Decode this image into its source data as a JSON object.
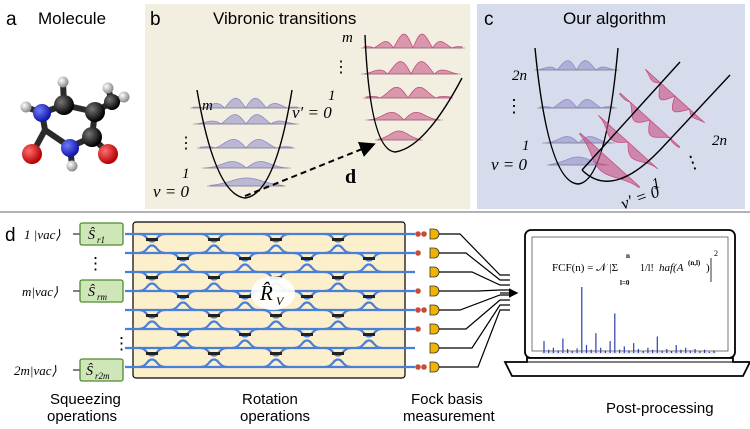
{
  "panels": {
    "a": {
      "letter": "a",
      "title": "Molecule"
    },
    "b": {
      "letter": "b",
      "title": "Vibronic transitions",
      "ground_top_label": "m",
      "ground_dots": "⋮",
      "ground_one": "1",
      "ground_zero": "ν = 0",
      "excited_top_label": "m",
      "excited_dots": "⋮",
      "excited_one": "1",
      "excited_zero": "ν′ = 0",
      "displacement": "d"
    },
    "c": {
      "letter": "c",
      "title": "Our algorithm",
      "ground_top_label": "2n",
      "ground_dots": "⋮",
      "ground_one": "1",
      "ground_zero": "ν = 0",
      "excited_top_label": "2n",
      "excited_dots": "⋮",
      "excited_one": "1",
      "excited_zero": "ν′ = 0"
    },
    "d": {
      "letter": "d",
      "inputs": [
        {
          "label": "1 |vac⟩",
          "op": "Ŝ",
          "sub": "r1"
        },
        {
          "label": "m|vac⟩",
          "op": "Ŝ",
          "sub": "rm"
        },
        {
          "label": "2m|vac⟩",
          "op": "Ŝ",
          "sub": "r2m"
        }
      ],
      "input_dots": "⋮",
      "rotation_label": "R̂",
      "rotation_sub": "V",
      "fcf_formula": "FCF(n) = 𝒩 |Σ",
      "fcf_sum_top": "n",
      "fcf_sum_bottom": "l=0",
      "fcf_frac": "1/l!",
      "fcf_haf": "haf(A",
      "fcf_haf_sup": "(n,l)",
      "fcf_exp": "2",
      "captions": {
        "squeezing": [
          "Squeezing",
          "operations"
        ],
        "rotation": [
          "Rotation",
          "operations"
        ],
        "fock": [
          "Fock basis",
          "measurement"
        ],
        "post": "Post-processing"
      }
    }
  },
  "colors": {
    "panel_b_bg": "#f2efe0",
    "panel_c_bg": "#d7dcec",
    "interferometer_bg": "#fbefcc",
    "waveguide": "#4a7fd8",
    "squeezer_fill": "#cfe6b8",
    "squeezer_stroke": "#4d8a2f",
    "detector": "#f0b400",
    "photon": "#c84a3a",
    "ground_wave": "#8f8ac8",
    "excited_wave": "#c64e82"
  },
  "spectrum_peaks": [
    0.18,
    0.05,
    0.08,
    0.04,
    0.22,
    0.06,
    0.03,
    0.07,
    1.0,
    0.12,
    0.05,
    0.3,
    0.08,
    0.04,
    0.18,
    0.6,
    0.05,
    0.1,
    0.04,
    0.15,
    0.06,
    0.03,
    0.08,
    0.05,
    0.25,
    0.04,
    0.06,
    0.03,
    0.12,
    0.05,
    0.08,
    0.04,
    0.06,
    0.03,
    0.05,
    0.02,
    0.04
  ]
}
